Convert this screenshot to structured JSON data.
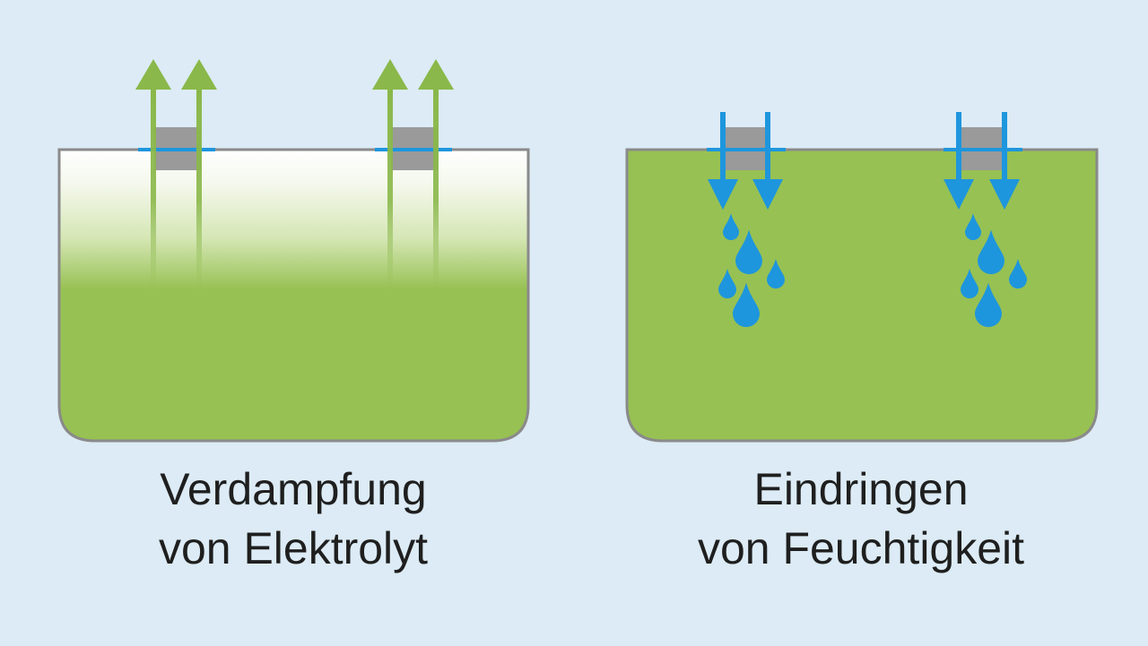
{
  "colors": {
    "background": "#dcebf5",
    "electrolyte_green": "#97c153",
    "arrow_green": "#8ab84a",
    "moisture_blue": "#1e96dd",
    "vessel_outline": "#8a8a8a",
    "seal_gray": "#9a9a9a"
  },
  "panels": [
    {
      "id": "evaporation",
      "caption_line1": "Verdampfung",
      "caption_line2": "von Elektrolyt",
      "arrow_direction": "up"
    },
    {
      "id": "moisture",
      "caption_line1": "Eindringen",
      "caption_line2": "von Feuchtigkeit",
      "arrow_direction": "down"
    }
  ]
}
